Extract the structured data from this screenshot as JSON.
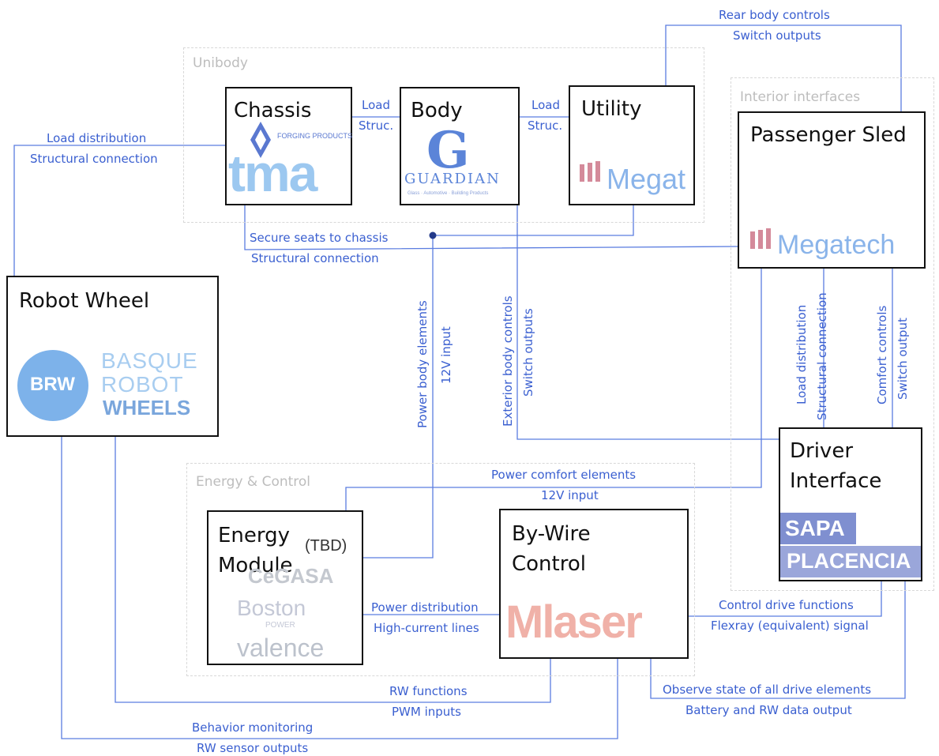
{
  "groups": {
    "unibody": "Unibody",
    "interior": "Interior interfaces",
    "energy": "Energy & Control"
  },
  "boxes": {
    "chassis": {
      "title": "Chassis",
      "logo_top": "FORGING PRODUCTS",
      "logo_main": "tma"
    },
    "body": {
      "title": "Body",
      "logo_main": "GUARDIAN",
      "logo_sub": "Glass · Automotive · Building Products"
    },
    "utility": {
      "title": "Utility",
      "logo_main": "Megat"
    },
    "passenger": {
      "title": "Passenger Sled",
      "logo_main": "Megatech"
    },
    "robot": {
      "title": "Robot Wheel",
      "logo_badge": "BRW",
      "logo_line1": "BASQUE",
      "logo_line2": "ROBOT",
      "logo_line3": "WHEELS"
    },
    "driver": {
      "title_line1": "Driver",
      "title_line2": "Interface",
      "logo_line1": "SAPA",
      "logo_line2": "PLACENCIA"
    },
    "energy": {
      "title_line1": "Energy",
      "title_line2": "Module",
      "tbd": "(TBD)",
      "logo1": "CeGASA",
      "logo2": "Boston",
      "logo2_sub": "POWER",
      "logo3": "valence"
    },
    "bywire": {
      "title_line1": "By-Wire",
      "title_line2": "Control",
      "logo_main": "Mlaser"
    }
  },
  "connections": {
    "rear_1": "Rear body controls",
    "rear_2": "Switch outputs",
    "load_struc_1a": "Load",
    "load_struc_1b": "Struc.",
    "load_struc_2a": "Load",
    "load_struc_2b": "Struc.",
    "load_dist_1": "Load distribution",
    "load_dist_2": "Structural connection",
    "secure_1": "Secure seats to chassis",
    "secure_2": "Structural connection",
    "power_body_1": "Power body elements",
    "power_body_2": "12V input",
    "exterior_1": "Exterior body controls",
    "exterior_2": "Switch outputs",
    "sled_load_1": "Load distribution",
    "sled_load_2": "Structural connection",
    "comfort_1": "Comfort controls",
    "comfort_2": "Switch output",
    "power_comfort_1": "Power comfort elements",
    "power_comfort_2": "12V input",
    "power_dist_1": "Power distribution",
    "power_dist_2": "High-current lines",
    "control_drive_1": "Control drive functions",
    "control_drive_2": "Flexray (equivalent) signal",
    "observe_1": "Observe state of all drive elements",
    "observe_2": "Battery and RW data output",
    "rw_func_1": "RW functions",
    "rw_func_2": "PWM inputs",
    "behavior_1": "Behavior monitoring",
    "behavior_2": "RW sensor outputs"
  },
  "colors": {
    "line": "#3a5fd0",
    "box_border": "#111111",
    "group_border": "#d8d8d8"
  }
}
